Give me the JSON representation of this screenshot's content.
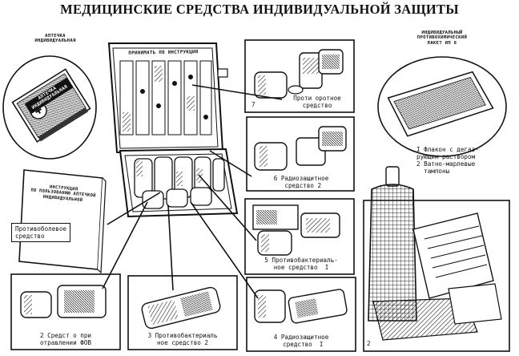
{
  "title": "МЕДИЦИНСКИЕ СРЕДСТВА ИНДИВИДУАЛЬНОЙ ЗАЩИТЫ",
  "kit_label": "АПТЕЧКА\nИНДИВИДУАЛЬНАЯ",
  "kit_cover_text": "АПТЕЧКА\nИНДИВИДУАЛЬНАЯ",
  "package_label": "ИНДИВИДУАЛЬНЫЙ\nПРОТИВОХИМИЧЕСКИЙ\nПАКЕТ ИП 8",
  "instruction_booklet": "ИНСТРУКЦИЯ\nПО ПОЛЬЗОВАНИЮ АПТЕЧКОЙ\nИНДИВИДУАЛЬНОЙ",
  "lid_header": "ПРИНИМАТЬ ПО ИНСТРУКЦИИ",
  "captions": {
    "antidote": "Противоболевое\nсредство",
    "oral_antidote": "Проти оротное\nсредство",
    "radioprotective_6": "6 Радиозащитное\n средство 2",
    "antibacterial_5": "5 Противобактериаль-\nное средство  I",
    "means_2": "2 Средст о при\nотравлении ФОВ",
    "antibacterial_3": "3 Противобактериаль\nное средство 2",
    "radioprotective_4": "4 Радиозащитное\n средство  I",
    "package_items": "I Флакон с дегаз-\nрующим раствором\n2 Ватно-марлевые\n  тампоны"
  },
  "panel_numbers": {
    "radioprotective_6": "6",
    "antidote_top": "7",
    "radioprotective_4": "4",
    "bottle_panel": "2"
  }
}
